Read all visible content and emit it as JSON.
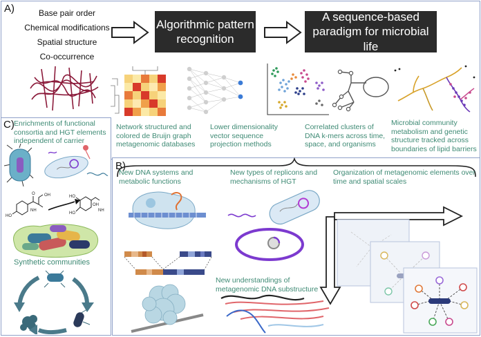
{
  "panel_a": {
    "label": "A)",
    "inputs": [
      "Base pair order",
      "Chemical modifications",
      "Spatial structure",
      "Co-occurrence"
    ],
    "box1": "Algorithmic pattern recognition",
    "box2": "A sequence-based paradigm for microbial life",
    "captions": [
      "Network structured and colored de Bruijn graph metagenomic databases",
      "Lower dimensionality vector sequence projection methods",
      "Correlated clusters of DNA k-mers across time, space, and organisms",
      "Microbial community metabolism and genetic structure tracked across boundaries of lipid barriers"
    ]
  },
  "panel_b": {
    "label": "B)",
    "captions": [
      "New DNA systems and metabolic functions",
      "New types of replicons and mechanisms of HGT",
      "Organization of metagenomic elements over time and spatial scales",
      "New understandings of metagenomic DNA substructure"
    ]
  },
  "panel_c": {
    "label": "C)",
    "captions": [
      "Enrichments of functional consortia and HGT elements independent of carrier",
      "Synthetic communities"
    ]
  },
  "colors": {
    "panel_border": "#8fa0c8",
    "caption_text": "#3e8a74",
    "box_fill": "#2b2b2b",
    "dna": "#8b1a3a"
  }
}
